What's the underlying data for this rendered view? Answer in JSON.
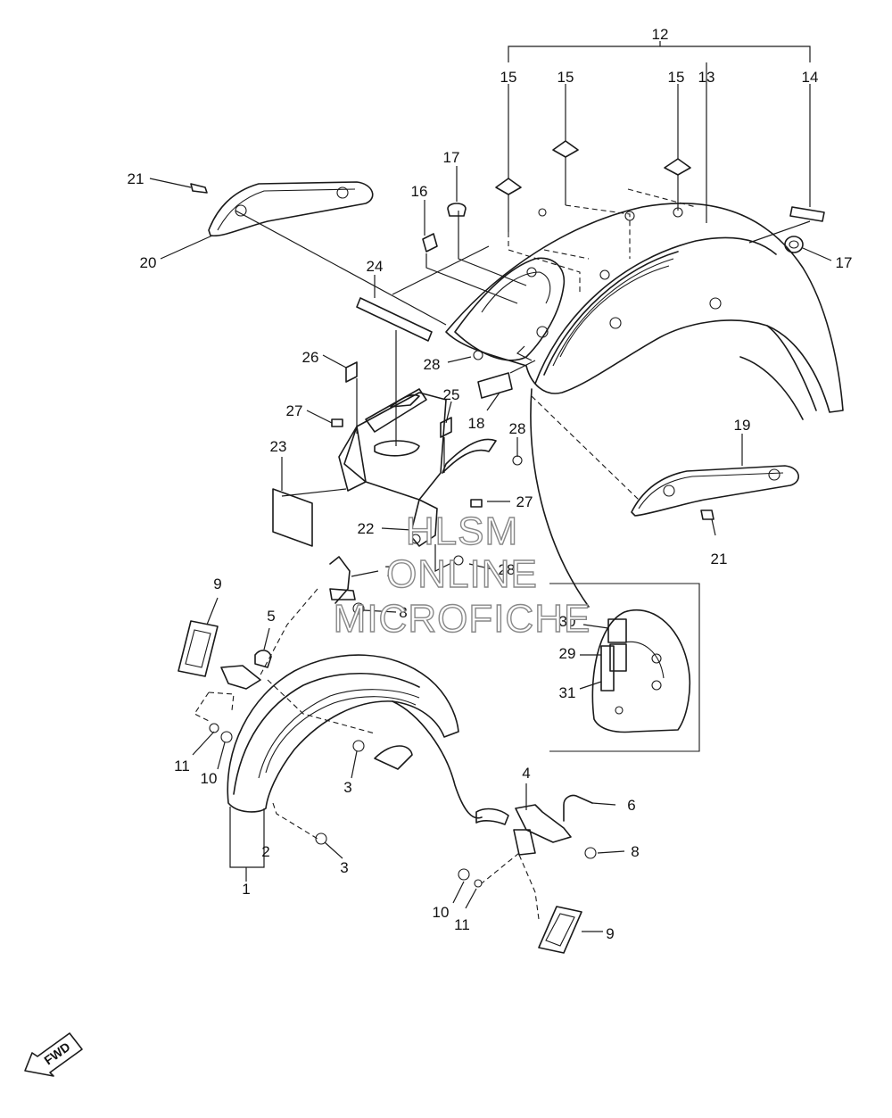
{
  "callouts": [
    {
      "id": "c12",
      "label": "12"
    },
    {
      "id": "c15a",
      "label": "15"
    },
    {
      "id": "c15b",
      "label": "15"
    },
    {
      "id": "c15c",
      "label": "15"
    },
    {
      "id": "c13",
      "label": "13"
    },
    {
      "id": "c14",
      "label": "14"
    },
    {
      "id": "c17a",
      "label": "17"
    },
    {
      "id": "c17b",
      "label": "17"
    },
    {
      "id": "c16",
      "label": "16"
    },
    {
      "id": "c21a",
      "label": "21"
    },
    {
      "id": "c20",
      "label": "20"
    },
    {
      "id": "c24",
      "label": "24"
    },
    {
      "id": "c26",
      "label": "26"
    },
    {
      "id": "c28a",
      "label": "28"
    },
    {
      "id": "c27a",
      "label": "27"
    },
    {
      "id": "c25",
      "label": "25"
    },
    {
      "id": "c18",
      "label": "18"
    },
    {
      "id": "c28b",
      "label": "28"
    },
    {
      "id": "c23",
      "label": "23"
    },
    {
      "id": "c27b",
      "label": "27"
    },
    {
      "id": "c19",
      "label": "19"
    },
    {
      "id": "c22",
      "label": "22"
    },
    {
      "id": "c21b",
      "label": "21"
    },
    {
      "id": "c7",
      "label": "7"
    },
    {
      "id": "c28c",
      "label": "28"
    },
    {
      "id": "c9a",
      "label": "9"
    },
    {
      "id": "c5",
      "label": "5"
    },
    {
      "id": "c8a",
      "label": "8"
    },
    {
      "id": "c30",
      "label": "30"
    },
    {
      "id": "c29",
      "label": "29"
    },
    {
      "id": "c31",
      "label": "31"
    },
    {
      "id": "c11a",
      "label": "11"
    },
    {
      "id": "c10a",
      "label": "10"
    },
    {
      "id": "c3a",
      "label": "3"
    },
    {
      "id": "c4",
      "label": "4"
    },
    {
      "id": "c6",
      "label": "6"
    },
    {
      "id": "c2",
      "label": "2"
    },
    {
      "id": "c3b",
      "label": "3"
    },
    {
      "id": "c8b",
      "label": "8"
    },
    {
      "id": "c1",
      "label": "1"
    },
    {
      "id": "c10b",
      "label": "10"
    },
    {
      "id": "c11b",
      "label": "11"
    },
    {
      "id": "c9b",
      "label": "9"
    }
  ],
  "watermark": {
    "line1": "HLSM",
    "line2": "ONLINE",
    "line3": "MICROFICHE"
  },
  "direction_badge": {
    "label": "FWD"
  }
}
